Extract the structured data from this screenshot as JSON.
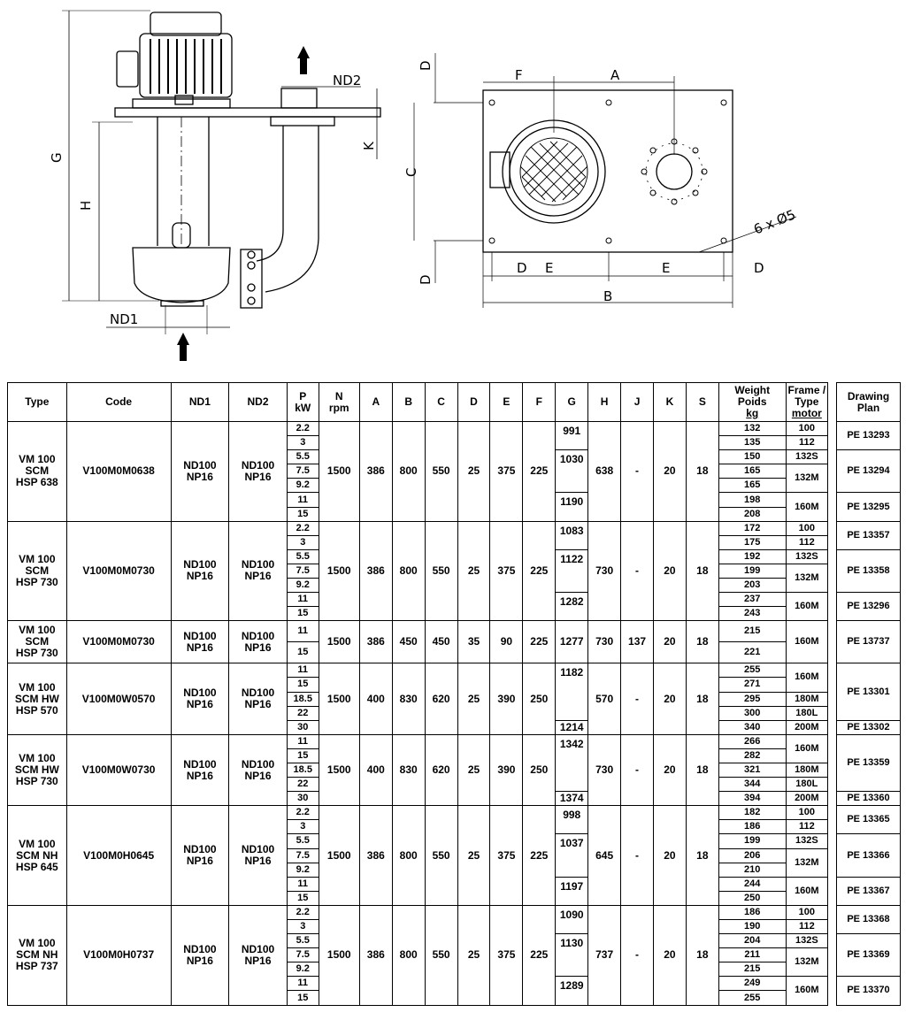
{
  "drawing_labels": {
    "G": "G",
    "H": "H",
    "ND1": "ND1",
    "ND2": "ND2",
    "K": "K",
    "A": "A",
    "B": "B",
    "C": "C",
    "D": "D",
    "E": "E",
    "F": "F",
    "holes": "6 x Ø5"
  },
  "headers": {
    "type": "Type",
    "code": "Code",
    "nd1": "ND1",
    "nd2": "ND2",
    "p": [
      "P",
      "kW"
    ],
    "n": [
      "N",
      "rpm"
    ],
    "a": "A",
    "b": "B",
    "c": "C",
    "d": "D",
    "e": "E",
    "f": "F",
    "g": "G",
    "h": "H",
    "j": "J",
    "k": "K",
    "s": "S",
    "weight": [
      "Weight",
      "Poids",
      "kg"
    ],
    "frame": [
      "Frame /",
      "Type",
      "motor"
    ],
    "plan": [
      "Drawing",
      "Plan"
    ]
  },
  "groups": [
    {
      "type": [
        "VM 100",
        "SCM",
        "HSP 638"
      ],
      "code": "V100M0M0638",
      "nd1": [
        "ND100",
        "NP16"
      ],
      "nd2": [
        "ND100",
        "NP16"
      ],
      "n": "1500",
      "a": "386",
      "b": "800",
      "c": "550",
      "d": "25",
      "e": "375",
      "f": "225",
      "h": "638",
      "j": "-",
      "k": "20",
      "s": "18",
      "p": [
        "2.2",
        "3",
        "5.5",
        "7.5",
        "9.2",
        "11",
        "15"
      ],
      "w": [
        "132",
        "135",
        "150",
        "165",
        "165",
        "198",
        "208"
      ],
      "g": [
        {
          "v": "991",
          "r": 2
        },
        {
          "v": "1030",
          "r": 3
        },
        {
          "v": "1190",
          "r": 2
        }
      ],
      "fr": [
        {
          "v": "100",
          "r": 1
        },
        {
          "v": "112",
          "r": 1
        },
        {
          "v": "132S",
          "r": 1
        },
        {
          "v": "132M",
          "r": 2
        },
        {
          "v": "160M",
          "r": 2
        }
      ],
      "pl": [
        {
          "v": "PE 13293",
          "r": 2
        },
        {
          "v": "PE 13294",
          "r": 3
        },
        {
          "v": "PE 13295",
          "r": 2
        }
      ]
    },
    {
      "type": [
        "VM 100",
        "SCM",
        "HSP 730"
      ],
      "code": "V100M0M0730",
      "nd1": [
        "ND100",
        "NP16"
      ],
      "nd2": [
        "ND100",
        "NP16"
      ],
      "n": "1500",
      "a": "386",
      "b": "800",
      "c": "550",
      "d": "25",
      "e": "375",
      "f": "225",
      "h": "730",
      "j": "-",
      "k": "20",
      "s": "18",
      "p": [
        "2.2",
        "3",
        "5.5",
        "7.5",
        "9.2",
        "11",
        "15"
      ],
      "w": [
        "172",
        "175",
        "192",
        "199",
        "203",
        "237",
        "243"
      ],
      "g": [
        {
          "v": "1083",
          "r": 2
        },
        {
          "v": "1122",
          "r": 3
        },
        {
          "v": "1282",
          "r": 2
        }
      ],
      "fr": [
        {
          "v": "100",
          "r": 1
        },
        {
          "v": "112",
          "r": 1
        },
        {
          "v": "132S",
          "r": 1
        },
        {
          "v": "132M",
          "r": 2
        },
        {
          "v": "160M",
          "r": 2
        }
      ],
      "pl": [
        {
          "v": "PE 13357",
          "r": 2
        },
        {
          "v": "PE 13358",
          "r": 3
        },
        {
          "v": "PE 13296",
          "r": 2
        }
      ]
    },
    {
      "type": [
        "VM 100",
        "SCM",
        "HSP 730"
      ],
      "code": "V100M0M0730",
      "nd1": [
        "ND100",
        "NP16"
      ],
      "nd2": [
        "ND100",
        "NP16"
      ],
      "n": "1500",
      "a": "386",
      "b": "450",
      "c": "450",
      "d": "35",
      "e": "90",
      "f": "225",
      "h": "730",
      "j": "137",
      "k": "20",
      "s": "18",
      "p": [
        "11",
        "15"
      ],
      "w": [
        "215",
        "221"
      ],
      "g": [
        {
          "v": "1277",
          "r": 2
        }
      ],
      "fr": [
        {
          "v": "160M",
          "r": 2
        }
      ],
      "pl": [
        {
          "v": "PE 13737",
          "r": 2
        }
      ],
      "tall": true
    },
    {
      "type": [
        "VM 100",
        "SCM HW",
        "HSP 570"
      ],
      "code": "V100M0W0570",
      "nd1": [
        "ND100",
        "NP16"
      ],
      "nd2": [
        "ND100",
        "NP16"
      ],
      "n": "1500",
      "a": "400",
      "b": "830",
      "c": "620",
      "d": "25",
      "e": "390",
      "f": "250",
      "h": "570",
      "j": "-",
      "k": "20",
      "s": "18",
      "p": [
        "11",
        "15",
        "18.5",
        "22",
        "30"
      ],
      "w": [
        "255",
        "271",
        "295",
        "300",
        "340"
      ],
      "g": [
        {
          "v": "1182",
          "r": 4
        },
        {
          "v": "1214",
          "r": 1
        }
      ],
      "fr": [
        {
          "v": "160M",
          "r": 2
        },
        {
          "v": "180M",
          "r": 1
        },
        {
          "v": "180L",
          "r": 1
        },
        {
          "v": "200M",
          "r": 1
        }
      ],
      "pl": [
        {
          "v": "PE 13301",
          "r": 4
        },
        {
          "v": "PE 13302",
          "r": 1
        }
      ]
    },
    {
      "type": [
        "VM 100",
        "SCM HW",
        "HSP 730"
      ],
      "code": "V100M0W0730",
      "nd1": [
        "ND100",
        "NP16"
      ],
      "nd2": [
        "ND100",
        "NP16"
      ],
      "n": "1500",
      "a": "400",
      "b": "830",
      "c": "620",
      "d": "25",
      "e": "390",
      "f": "250",
      "h": "730",
      "j": "-",
      "k": "20",
      "s": "18",
      "p": [
        "11",
        "15",
        "18.5",
        "22",
        "30"
      ],
      "w": [
        "266",
        "282",
        "321",
        "344",
        "394"
      ],
      "g": [
        {
          "v": "1342",
          "r": 4
        },
        {
          "v": "1374",
          "r": 1
        }
      ],
      "fr": [
        {
          "v": "160M",
          "r": 2
        },
        {
          "v": "180M",
          "r": 1
        },
        {
          "v": "180L",
          "r": 1
        },
        {
          "v": "200M",
          "r": 1
        }
      ],
      "pl": [
        {
          "v": "PE 13359",
          "r": 4
        },
        {
          "v": "PE 13360",
          "r": 1
        }
      ]
    },
    {
      "type": [
        "VM 100",
        "SCM NH",
        "HSP 645"
      ],
      "code": "V100M0H0645",
      "nd1": [
        "ND100",
        "NP16"
      ],
      "nd2": [
        "ND100",
        "NP16"
      ],
      "n": "1500",
      "a": "386",
      "b": "800",
      "c": "550",
      "d": "25",
      "e": "375",
      "f": "225",
      "h": "645",
      "j": "-",
      "k": "20",
      "s": "18",
      "p": [
        "2.2",
        "3",
        "5.5",
        "7.5",
        "9.2",
        "11",
        "15"
      ],
      "w": [
        "182",
        "186",
        "199",
        "206",
        "210",
        "244",
        "250"
      ],
      "g": [
        {
          "v": "998",
          "r": 2
        },
        {
          "v": "1037",
          "r": 3
        },
        {
          "v": "1197",
          "r": 2
        }
      ],
      "fr": [
        {
          "v": "100",
          "r": 1
        },
        {
          "v": "112",
          "r": 1
        },
        {
          "v": "132S",
          "r": 1
        },
        {
          "v": "132M",
          "r": 2
        },
        {
          "v": "160M",
          "r": 2
        }
      ],
      "pl": [
        {
          "v": "PE 13365",
          "r": 2
        },
        {
          "v": "PE 13366",
          "r": 3
        },
        {
          "v": "PE 13367",
          "r": 2
        }
      ]
    },
    {
      "type": [
        "VM 100",
        "SCM NH",
        "HSP 737"
      ],
      "code": "V100M0H0737",
      "nd1": [
        "ND100",
        "NP16"
      ],
      "nd2": [
        "ND100",
        "NP16"
      ],
      "n": "1500",
      "a": "386",
      "b": "800",
      "c": "550",
      "d": "25",
      "e": "375",
      "f": "225",
      "h": "737",
      "j": "-",
      "k": "20",
      "s": "18",
      "p": [
        "2.2",
        "3",
        "5.5",
        "7.5",
        "9.2",
        "11",
        "15"
      ],
      "w": [
        "186",
        "190",
        "204",
        "211",
        "215",
        "249",
        "255"
      ],
      "g": [
        {
          "v": "1090",
          "r": 2
        },
        {
          "v": "1130",
          "r": 3
        },
        {
          "v": "1289",
          "r": 2
        }
      ],
      "fr": [
        {
          "v": "100",
          "r": 1
        },
        {
          "v": "112",
          "r": 1
        },
        {
          "v": "132S",
          "r": 1
        },
        {
          "v": "132M",
          "r": 2
        },
        {
          "v": "160M",
          "r": 2
        }
      ],
      "pl": [
        {
          "v": "PE 13368",
          "r": 2
        },
        {
          "v": "PE 13369",
          "r": 3
        },
        {
          "v": "PE 13370",
          "r": 2
        }
      ]
    }
  ]
}
